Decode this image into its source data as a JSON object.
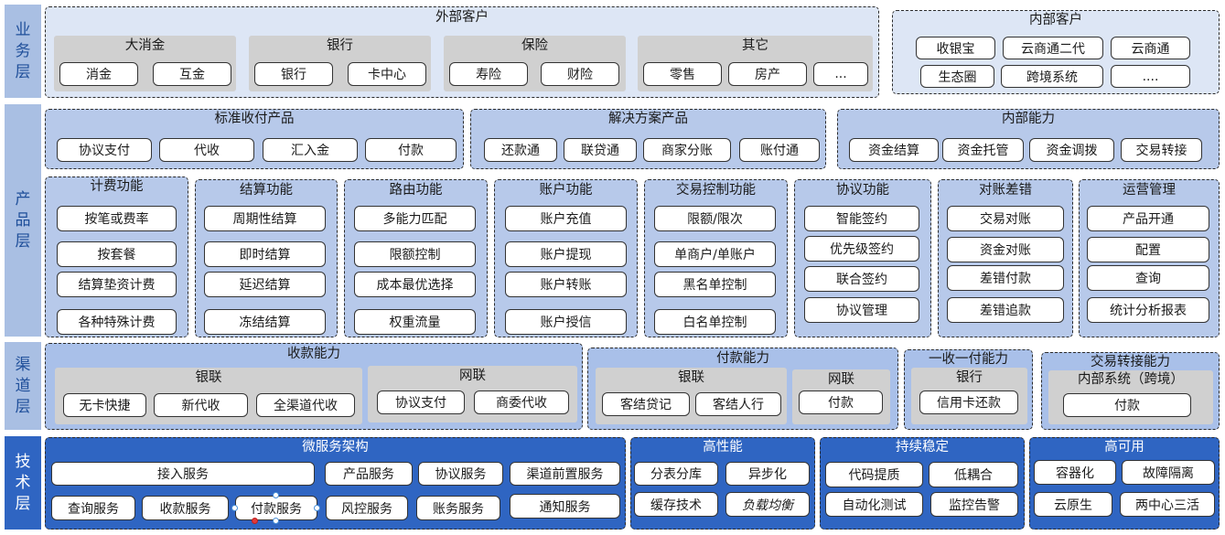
{
  "layers": {
    "business": [
      "业",
      "务",
      "层"
    ],
    "product": [
      "产",
      "品",
      "层"
    ],
    "channel": [
      "渠",
      "道",
      "层"
    ],
    "tech": [
      "技",
      "术",
      "层"
    ]
  },
  "business": {
    "external": {
      "title": "外部客户",
      "groups": [
        {
          "title": "大消金",
          "items": [
            "消金",
            "互金"
          ]
        },
        {
          "title": "银行",
          "items": [
            "银行",
            "卡中心"
          ]
        },
        {
          "title": "保险",
          "items": [
            "寿险",
            "财险"
          ]
        },
        {
          "title": "其它",
          "items": [
            "零售",
            "房产",
            "..."
          ]
        }
      ]
    },
    "internal": {
      "title": "内部客户",
      "items": [
        "收银宝",
        "云商通二代",
        "云商通",
        "生态圈",
        "跨境系统",
        "...."
      ]
    }
  },
  "product": {
    "standard": {
      "title": "标准收付产品",
      "items": [
        "协议支付",
        "代收",
        "汇入金",
        "付款"
      ]
    },
    "solution": {
      "title": "解决方案产品",
      "items": [
        "还款通",
        "联贷通",
        "商家分账",
        "账付通"
      ]
    },
    "inner": {
      "title": "内部能力",
      "items": [
        "资金结算",
        "资金托管",
        "资金调拨",
        "交易转接"
      ]
    },
    "functions": [
      {
        "title": "计费功能",
        "items": [
          "按笔或费率",
          "按套餐",
          "结算垫资计费",
          "各种特殊计费"
        ]
      },
      {
        "title": "结算功能",
        "items": [
          "周期性结算",
          "即时结算",
          "延迟结算",
          "冻结结算"
        ]
      },
      {
        "title": "路由功能",
        "items": [
          "多能力匹配",
          "限额控制",
          "成本最优选择",
          "权重流量"
        ]
      },
      {
        "title": "账户功能",
        "items": [
          "账户充值",
          "账户提现",
          "账户转账",
          "账户授信"
        ]
      },
      {
        "title": "交易控制功能",
        "items": [
          "限额/限次",
          "单商户/单账户",
          "黑名单控制",
          "白名单控制"
        ]
      },
      {
        "title": "协议功能",
        "items": [
          "智能签约",
          "优先级签约",
          "联合签约",
          "协议管理"
        ]
      },
      {
        "title": "对账差错",
        "items": [
          "交易对账",
          "资金对账",
          "差错付款",
          "差错追款"
        ]
      },
      {
        "title": "运营管理",
        "items": [
          "产品开通",
          "配置",
          "查询",
          "统计分析报表"
        ]
      }
    ]
  },
  "channel": {
    "collect": {
      "title": "收款能力",
      "unionpay": {
        "title": "银联",
        "items": [
          "无卡快捷",
          "新代收",
          "全渠道代收"
        ]
      },
      "netunion": {
        "title": "网联",
        "items": [
          "协议支付",
          "商委代收"
        ]
      }
    },
    "pay": {
      "title": "付款能力",
      "unionpay": {
        "title": "银联",
        "items": [
          "客结贷记",
          "客结人行"
        ]
      },
      "netunion": {
        "title": "网联",
        "items": [
          "付款"
        ]
      }
    },
    "oneCollect": {
      "title": "一收一付能力",
      "sub": "银行",
      "items": [
        "信用卡还款"
      ]
    },
    "transfer": {
      "title": "交易转接能力",
      "sub": "内部系统（跨境）",
      "items": [
        "付款"
      ]
    }
  },
  "tech": {
    "micro": {
      "title": "微服务架构",
      "items": [
        "接入服务",
        "产品服务",
        "协议服务",
        "渠道前置服务",
        "查询服务",
        "收款服务",
        "付款服务",
        "风控服务",
        "账务服务",
        "通知服务"
      ]
    },
    "perf": {
      "title": "高性能",
      "items": [
        "分表分库",
        "异步化",
        "缓存技术",
        "负载均衡"
      ]
    },
    "stable": {
      "title": "持续稳定",
      "items": [
        "代码提质",
        "低耦合",
        "自动化测试",
        "监控告警"
      ]
    },
    "ha": {
      "title": "高可用",
      "items": [
        "容器化",
        "故障隔离",
        "云原生",
        "两中心三活"
      ]
    }
  }
}
